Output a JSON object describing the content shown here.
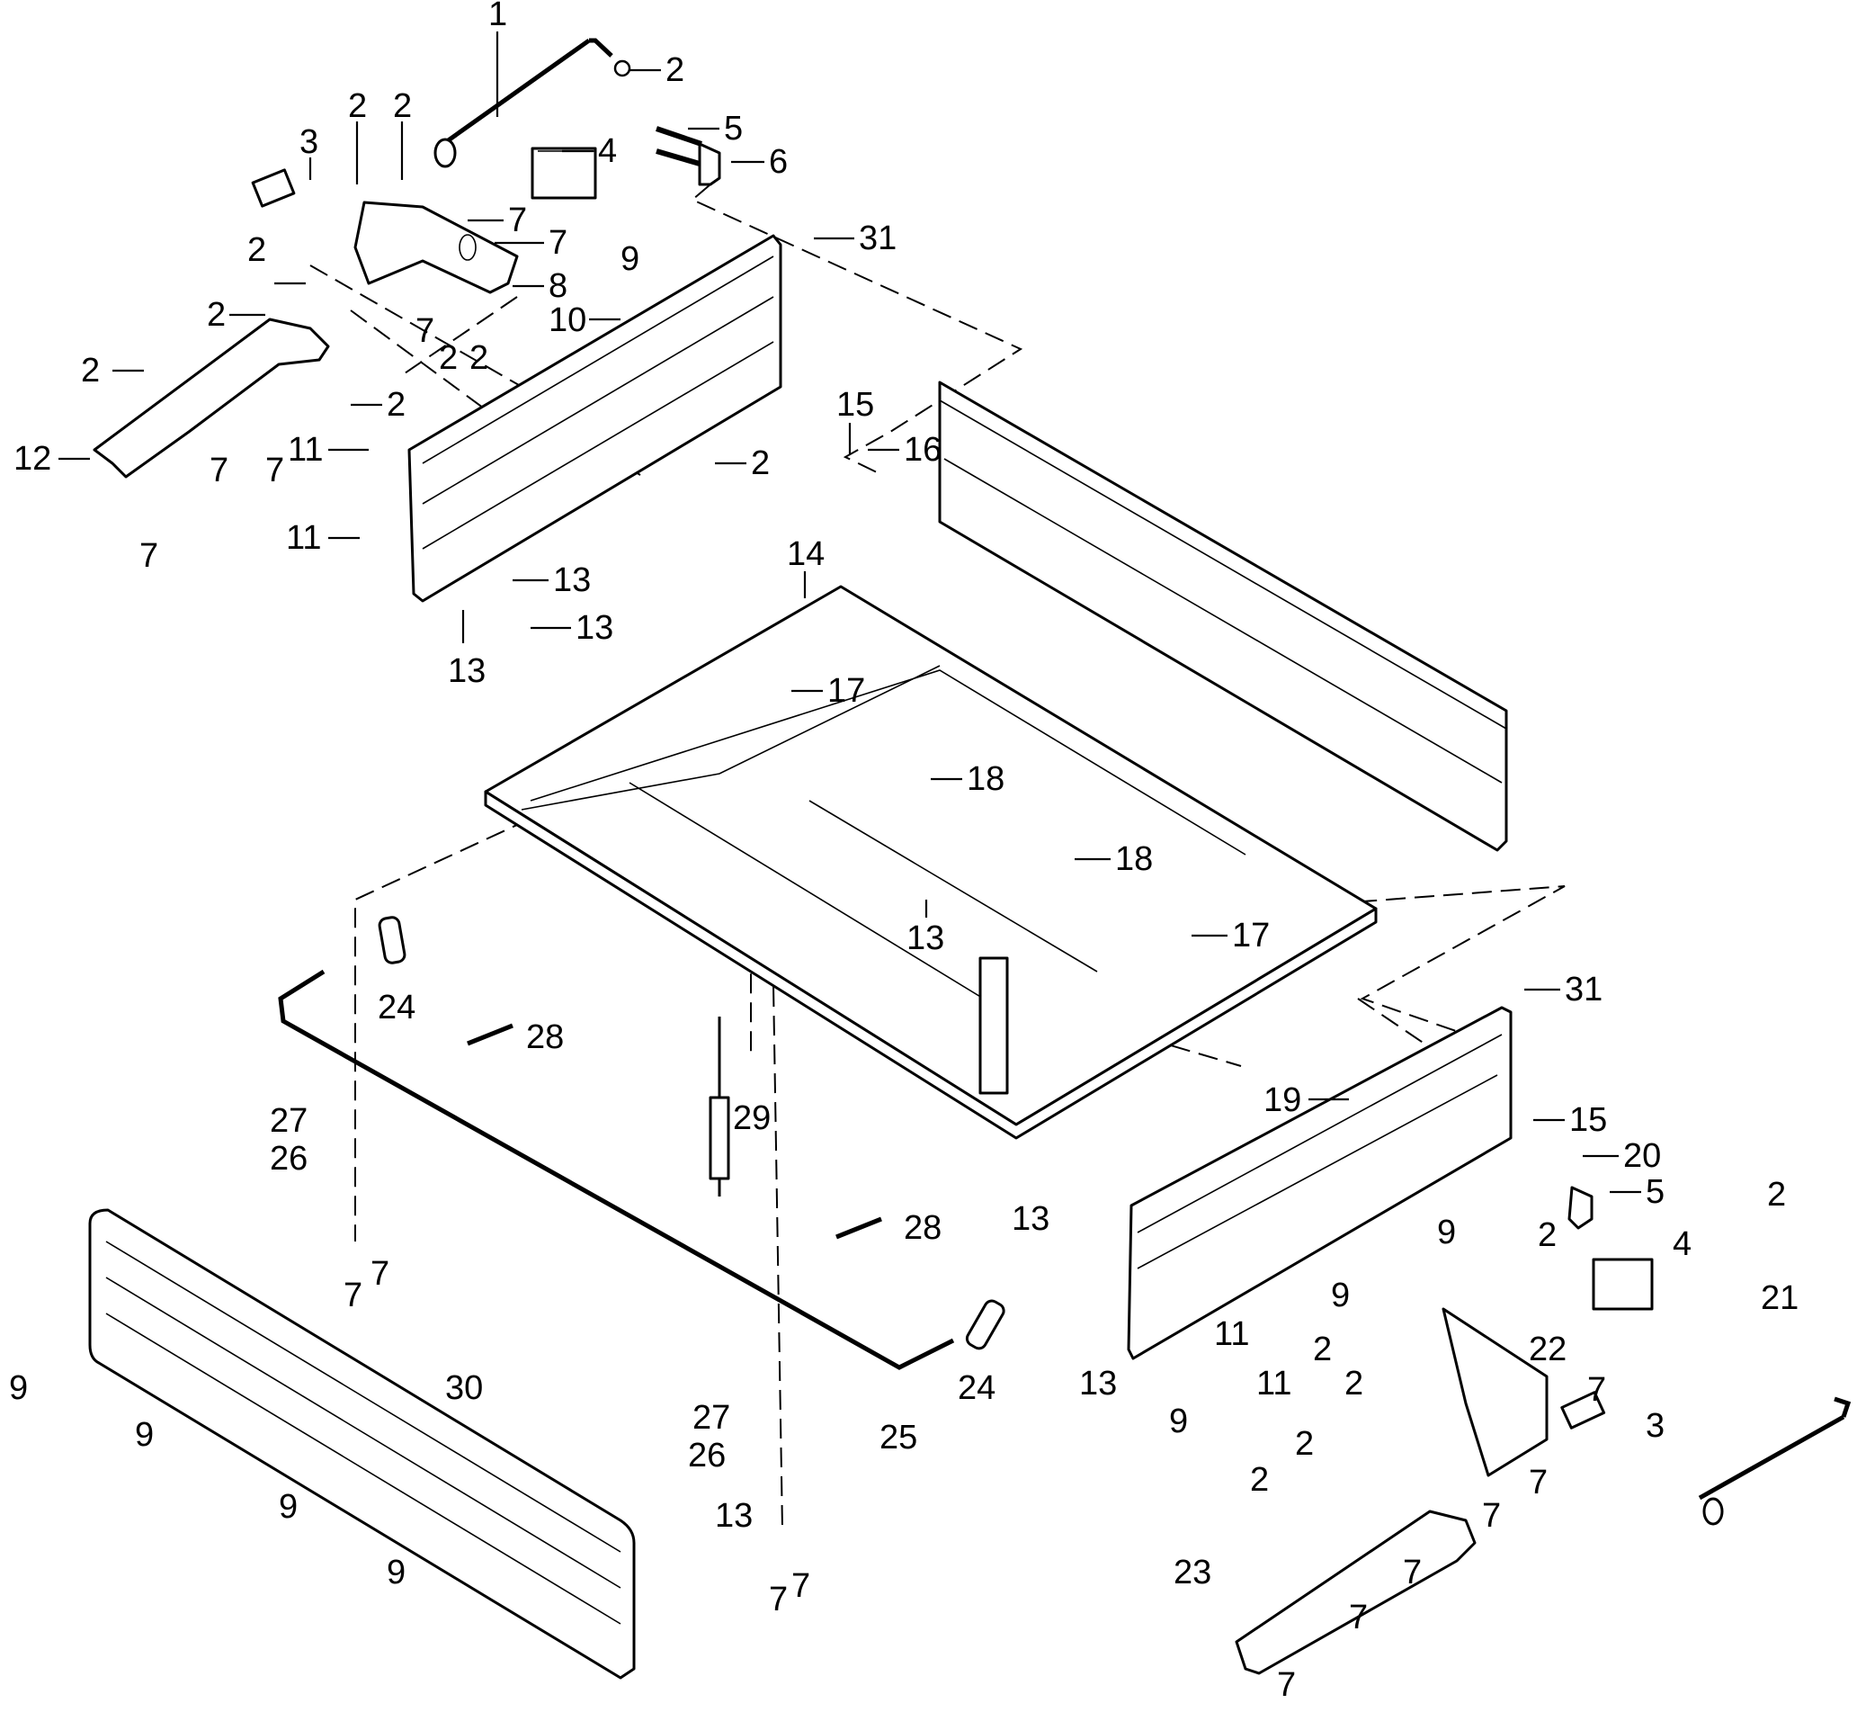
{
  "diagram": {
    "type": "exploded-parts-diagram",
    "callouts": [
      {
        "id": "c1",
        "text": "1"
      },
      {
        "id": "c2a",
        "text": "2"
      },
      {
        "id": "c2b",
        "text": "2"
      },
      {
        "id": "c2c",
        "text": "2"
      },
      {
        "id": "c3",
        "text": "3"
      },
      {
        "id": "c4",
        "text": "4"
      },
      {
        "id": "c5",
        "text": "5"
      },
      {
        "id": "c6",
        "text": "6"
      },
      {
        "id": "c7a",
        "text": "7"
      },
      {
        "id": "c7b",
        "text": "7"
      },
      {
        "id": "c2d",
        "text": "2"
      },
      {
        "id": "c8",
        "text": "8"
      },
      {
        "id": "c9a",
        "text": "9"
      },
      {
        "id": "c31a",
        "text": "31"
      },
      {
        "id": "c10",
        "text": "10"
      },
      {
        "id": "c2e",
        "text": "2"
      },
      {
        "id": "c7c",
        "text": "7"
      },
      {
        "id": "c2f",
        "text": "2"
      },
      {
        "id": "c2g",
        "text": "2"
      },
      {
        "id": "c2h",
        "text": "2"
      },
      {
        "id": "c2i",
        "text": "2"
      },
      {
        "id": "c12",
        "text": "12"
      },
      {
        "id": "c7d",
        "text": "7"
      },
      {
        "id": "c7e",
        "text": "7"
      },
      {
        "id": "c7f",
        "text": "7"
      },
      {
        "id": "c11a",
        "text": "11"
      },
      {
        "id": "c2j",
        "text": "2"
      },
      {
        "id": "c15a",
        "text": "15"
      },
      {
        "id": "c16",
        "text": "16"
      },
      {
        "id": "c11b",
        "text": "11"
      },
      {
        "id": "c13a",
        "text": "13"
      },
      {
        "id": "c13b",
        "text": "13"
      },
      {
        "id": "c13c",
        "text": "13"
      },
      {
        "id": "c14",
        "text": "14"
      },
      {
        "id": "c17a",
        "text": "17"
      },
      {
        "id": "c18a",
        "text": "18"
      },
      {
        "id": "c18b",
        "text": "18"
      },
      {
        "id": "c13d",
        "text": "13"
      },
      {
        "id": "c17b",
        "text": "17"
      },
      {
        "id": "c24a",
        "text": "24"
      },
      {
        "id": "c28a",
        "text": "28"
      },
      {
        "id": "c27a",
        "text": "27"
      },
      {
        "id": "c26a",
        "text": "26"
      },
      {
        "id": "c29",
        "text": "29"
      },
      {
        "id": "c7g",
        "text": "7"
      },
      {
        "id": "c7h",
        "text": "7"
      },
      {
        "id": "c31b",
        "text": "31"
      },
      {
        "id": "c19",
        "text": "19"
      },
      {
        "id": "c15b",
        "text": "15"
      },
      {
        "id": "c20",
        "text": "20"
      },
      {
        "id": "c5b",
        "text": "5"
      },
      {
        "id": "c2k",
        "text": "2"
      },
      {
        "id": "c13e",
        "text": "13"
      },
      {
        "id": "c9b",
        "text": "9"
      },
      {
        "id": "c28b",
        "text": "28"
      },
      {
        "id": "c2l",
        "text": "2"
      },
      {
        "id": "c4b",
        "text": "4"
      },
      {
        "id": "c21",
        "text": "21"
      },
      {
        "id": "c9c",
        "text": "9"
      },
      {
        "id": "c13f",
        "text": "13"
      },
      {
        "id": "c11c",
        "text": "11"
      },
      {
        "id": "c11d",
        "text": "11"
      },
      {
        "id": "c2m",
        "text": "2"
      },
      {
        "id": "c22",
        "text": "22"
      },
      {
        "id": "c2n",
        "text": "2"
      },
      {
        "id": "c7i",
        "text": "7"
      },
      {
        "id": "c9d",
        "text": "9"
      },
      {
        "id": "c30",
        "text": "30"
      },
      {
        "id": "c24b",
        "text": "24"
      },
      {
        "id": "c25",
        "text": "25"
      },
      {
        "id": "c3b",
        "text": "3"
      },
      {
        "id": "c9e",
        "text": "9"
      },
      {
        "id": "c27b",
        "text": "27"
      },
      {
        "id": "c26b",
        "text": "26"
      },
      {
        "id": "c2o",
        "text": "2"
      },
      {
        "id": "c2p",
        "text": "2"
      },
      {
        "id": "c7j",
        "text": "7"
      },
      {
        "id": "c7k",
        "text": "7"
      },
      {
        "id": "c9f",
        "text": "9"
      },
      {
        "id": "c23",
        "text": "23"
      },
      {
        "id": "c7l",
        "text": "7"
      },
      {
        "id": "c7m",
        "text": "7"
      },
      {
        "id": "c9g",
        "text": "9"
      },
      {
        "id": "c13g",
        "text": "13"
      },
      {
        "id": "c7n",
        "text": "7"
      },
      {
        "id": "c7o",
        "text": "7"
      },
      {
        "id": "c9h",
        "text": "9"
      },
      {
        "id": "c7p",
        "text": "7"
      }
    ]
  }
}
